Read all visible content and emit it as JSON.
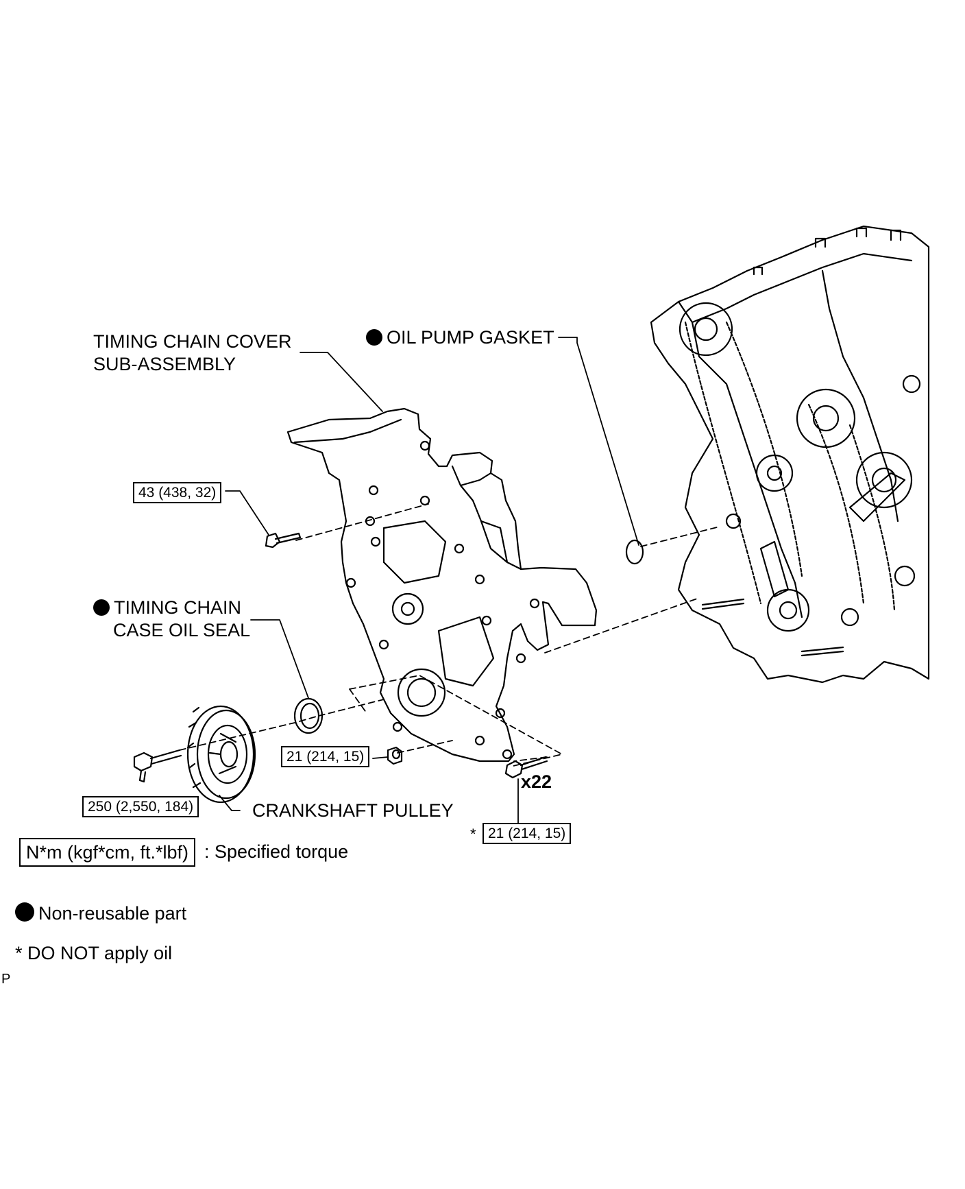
{
  "labels": {
    "timing_cover_line1": "TIMING CHAIN COVER",
    "timing_cover_line2": "SUB-ASSEMBLY",
    "oil_pump_gasket": "OIL PUMP GASKET",
    "oil_seal_line1": "TIMING CHAIN",
    "oil_seal_line2": "CASE OIL SEAL",
    "crankshaft_pulley": "CRANKSHAFT PULLEY",
    "qty": "x22"
  },
  "torques": {
    "cover_bolt": "43 (438, 32)",
    "nut": "21 (214, 15)",
    "pulley_bolt": "250 (2,550, 184)",
    "cover_bolts_x22": "21 (214, 15)",
    "asterisk": "*"
  },
  "legend": {
    "torque_box": "N*m (kgf*cm, ft.*lbf)",
    "torque_text": ": Specified torque",
    "non_reusable": "Non-reusable part",
    "no_oil": "* DO NOT apply oil"
  },
  "footer_code": "P"
}
